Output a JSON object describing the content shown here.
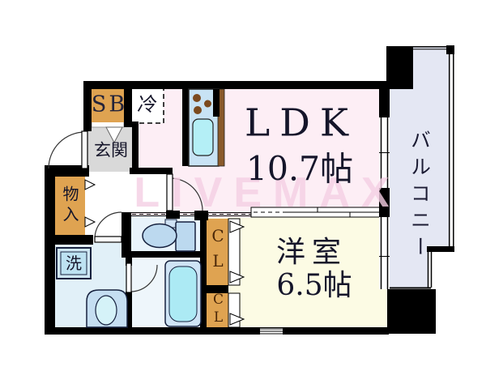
{
  "watermark": "LIVEMAX",
  "rooms": {
    "ldk": {
      "label": "LDK",
      "size": "10.7帖"
    },
    "western": {
      "label": "洋室",
      "size": "6.5帖"
    },
    "balcony": {
      "label": "バルコニー"
    },
    "entrance": {
      "label": "玄関"
    },
    "shoe_box": {
      "label": "SB"
    },
    "refrigerator": {
      "label": "冷"
    },
    "storage": {
      "label": "物入"
    },
    "laundry": {
      "label": "洗"
    },
    "closet1": {
      "label": "CL"
    },
    "closet2": {
      "label": "CL"
    }
  },
  "palette": {
    "wall": "#000000",
    "ldk_floor": "#fdeef5",
    "western_floor": "#fcfbe4",
    "balcony_floor": "#e4e7f3",
    "entrance_floor": "#d9d9d9",
    "closet_fill": "#dfa351",
    "wet_area_floor": "#e1f0f8",
    "fixture_fill": "#bcd9ef",
    "fixture_inner": "#aceaf4",
    "counter_edge_brown": "#8a5a2b",
    "watermark_pink": "#f5cfe4"
  }
}
